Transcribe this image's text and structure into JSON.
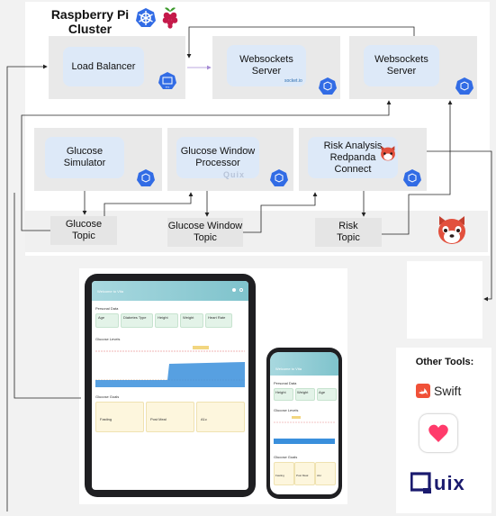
{
  "cluster": {
    "title_line1": "Raspberry Pi",
    "title_line2": "Cluster"
  },
  "nodes": {
    "load_balancer": "Load Balancer",
    "websockets_server_1": "Websockets Server",
    "websockets_server_2": "Websockets Server",
    "glucose_simulator": "Glucose Simulator",
    "glucose_window_processor": "Glucose Window Processor",
    "risk_analysis": "Risk Analysis Redpanda Connect"
  },
  "topics": {
    "glucose": "Glucose Topic",
    "glucose_window": "Glucose Window Topic",
    "risk": "Risk Topic"
  },
  "badges": {
    "k8s_small": "svc",
    "quix_watermark": "Quix",
    "socket_watermark": "socket.io"
  },
  "tools": {
    "title": "Other Tools:",
    "swift": "Swift",
    "quix": "uix"
  },
  "app": {
    "welcome": "Welcome to Vita",
    "personal_data": "Personal Data",
    "glucose_levels": "Glucose Levels",
    "glucose_goals": "Glucose Goals",
    "tablet_stats": [
      "Age",
      "Diabetes Type",
      "Height",
      "Weight",
      "Heart Rate"
    ],
    "phone_stats": [
      "Height",
      "Weight",
      "Age"
    ],
    "feed_items": [
      "Fasting",
      "Post Meal",
      "A1c"
    ]
  },
  "colors": {
    "node_fill": "#dde9f8",
    "k8s_blue": "#326ce5",
    "raspberry": "#c51a4a",
    "redpanda": "#e2503d",
    "quix_navy": "#1a1a6e"
  }
}
